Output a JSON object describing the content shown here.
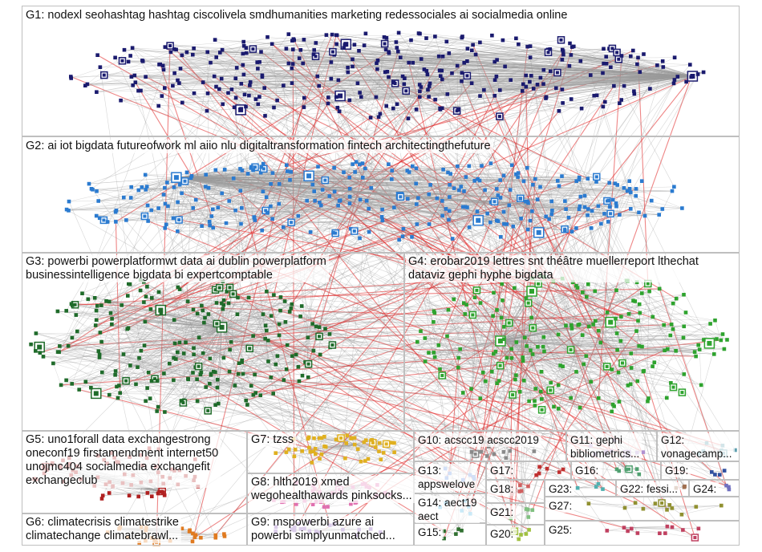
{
  "graph": {
    "groups": [
      {
        "id": "G1",
        "label": "G1: nodexl seohashtag hashtag ciscolivela smdhumanities marketing redessociales ai socialmedia online",
        "color": "#1a1a6e"
      },
      {
        "id": "G2",
        "label": "G2: ai iot bigdata futureofwork ml aiio nlu digitaltransformation fintech architectingthefuture",
        "color": "#2b7bd0"
      },
      {
        "id": "G3",
        "label": "G3: powerbi powerplatformwt data ai dublin powerplatform\nbusinessintelligence bigdata bi expertcomptable",
        "color": "#1f6b2a"
      },
      {
        "id": "G4",
        "label": "G4: erobar2019 lettres snt théâtre muellerreport lthechat\ndataviz gephi hyphe bigdata",
        "color": "#2ea32e"
      },
      {
        "id": "G5",
        "label": "G5: uno1forall data exchangestrong\noneconf19 firstamendment internet50\nunojmc404 socialmedia exchangefit\nexchangeclub",
        "color": "#b02020"
      },
      {
        "id": "G6",
        "label": "G6: climatecrisis climatestrike\nclimatechange climatebrawl...",
        "color": "#e07a20"
      },
      {
        "id": "G7",
        "label": "G7: tzss",
        "color": "#e0b020"
      },
      {
        "id": "G8",
        "label": "G8: hlth2019 xmed\nwegohealthawards pinksocks...",
        "color": "#e070b0"
      },
      {
        "id": "G9",
        "label": "G9: mspowerbi azure ai\npowerbi simplyunmatched...",
        "color": "#7a4ab0"
      },
      {
        "id": "G10",
        "label": "G10: acscc19 acscc2019",
        "color": "#8a8a8a"
      },
      {
        "id": "G11",
        "label": "G11: gephi\nbibliometrics...",
        "color": "#b090d0"
      },
      {
        "id": "G12",
        "label": "G12:\nvonagecamp...",
        "color": "#60a0b0"
      },
      {
        "id": "G13",
        "label": "G13:\nappswelove",
        "color": "#6090e0"
      },
      {
        "id": "G14",
        "label": "G14: aect19\naect",
        "color": "#40b0e0"
      },
      {
        "id": "G15",
        "label": "G15:",
        "color": "#307030"
      },
      {
        "id": "G16",
        "label": "G16:",
        "color": "#50a070"
      },
      {
        "id": "G17",
        "label": "G17:",
        "color": "#c03030"
      },
      {
        "id": "G18",
        "label": "G18:",
        "color": "#d06060"
      },
      {
        "id": "G19",
        "label": "G19:",
        "color": "#3050a0"
      },
      {
        "id": "G20",
        "label": "G20:",
        "color": "#a0c040"
      },
      {
        "id": "G21",
        "label": "G21:",
        "color": "#80c080"
      },
      {
        "id": "G22",
        "label": "G22: fessi...",
        "color": "#a07050"
      },
      {
        "id": "G23",
        "label": "G23:",
        "color": "#50b0b0"
      },
      {
        "id": "G24",
        "label": "G24:",
        "color": "#7070c0"
      },
      {
        "id": "G25",
        "label": "G25:",
        "color": "#c04060"
      },
      {
        "id": "G27",
        "label": "G27:",
        "color": "#909030"
      }
    ],
    "edge_colors": {
      "internal": "#9a9a9a",
      "cross": "#8a8a8a",
      "mutual": "#e02020"
    }
  }
}
